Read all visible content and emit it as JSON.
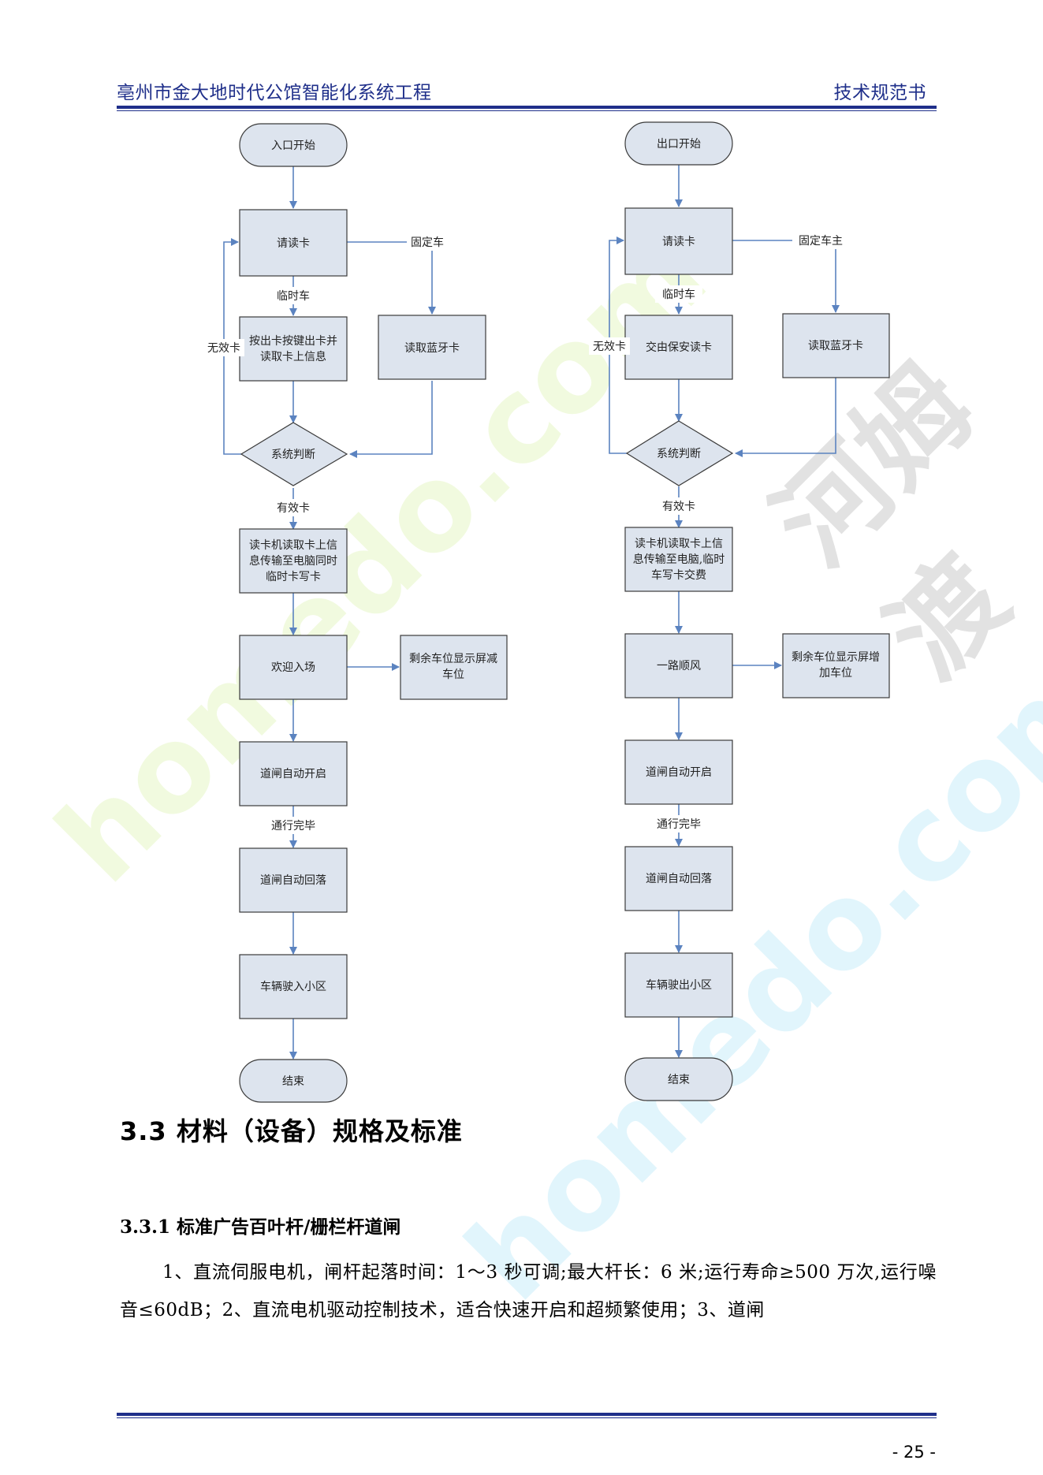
{
  "header": {
    "title": "亳州市金大地时代公馆智能化系统工程",
    "doc_type": "技术规范书"
  },
  "flow_entry": {
    "start": "入口开始",
    "read_card": "请读卡",
    "fixed_car": "固定车",
    "temp_car": "临时车",
    "issue_card": [
      "按出卡按键出卡并",
      "读取卡上信息"
    ],
    "bluetooth": "读取蓝牙卡",
    "invalid": "无效卡",
    "judge": "系统判断",
    "valid": "有效卡",
    "transmit": [
      "读卡机读取卡上信",
      "息传输至电脑同时",
      "临时卡写卡"
    ],
    "welcome": "欢迎入场",
    "display": [
      "剩余车位显示屏减",
      "车位"
    ],
    "gate_open": "道闸自动开启",
    "passed": "通行完毕",
    "gate_close": "道闸自动回落",
    "vehicle": "车辆驶入小区",
    "end": "结束"
  },
  "flow_exit": {
    "start": "出口开始",
    "read_card": "请读卡",
    "fixed_car": "固定车主",
    "temp_car": "临时车",
    "guard": "交由保安读卡",
    "bluetooth": "读取蓝牙卡",
    "invalid": "无效卡",
    "judge": "系统判断",
    "valid": "有效卡",
    "transmit": [
      "读卡机读取卡上信",
      "息传输至电脑,临时",
      "车写卡交费"
    ],
    "farewell": "一路顺风",
    "display": [
      "剩余车位显示屏增",
      "加车位"
    ],
    "gate_open": "道闸自动开启",
    "passed": "通行完毕",
    "gate_close": "道闸自动回落",
    "vehicle": "车辆驶出小区",
    "end": "结束"
  },
  "section": {
    "heading": "3.3 材料（设备）规格及标准",
    "subheading": "3.3.1 标准广告百叶杆/栅栏杆道闸",
    "paragraph": "1、直流伺服电机，闸杆起落时间：1～3 秒可调;最大杆长：6 米;运行寿命≥500 万次,运行噪音≤60dB；2、直流电机驱动控制技术，适合快速开启和超频繁使用；3、道闸"
  },
  "watermark": {
    "site": "homedo.com",
    "brand": "河姆渡"
  },
  "page_number": "- 25 -"
}
